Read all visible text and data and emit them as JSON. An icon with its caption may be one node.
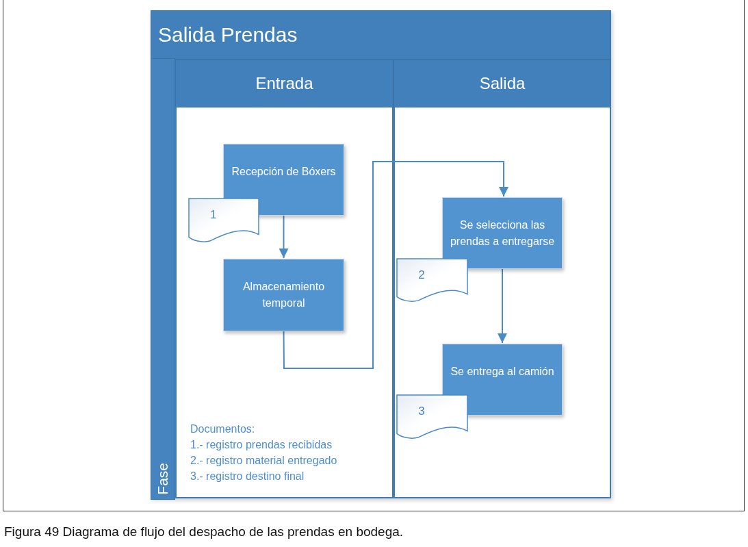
{
  "diagram": {
    "caption": "Figura 49 Diagrama de flujo del despacho de las prendas en bodega.",
    "nodes": [
      {
        "text": [
          "Salida Prendas"
        ]
      },
      {
        "text": [
          "Fase"
        ],
        "in": 0
      },
      {
        "text": [
          "Entrada"
        ],
        "in": 0
      },
      {
        "text": [
          "Salida"
        ],
        "in": 0
      },
      {
        "text": [
          "Recepción de Bóxers"
        ],
        "in": 2
      },
      {
        "text": [
          "1"
        ],
        "in": 2
      },
      {
        "text": [
          "Almacenamiento temporal"
        ],
        "in": 2
      },
      {
        "text": [
          "Se selecciona las prendas a entregarse"
        ],
        "in": 3
      },
      {
        "text": [
          "2"
        ],
        "in": 3
      },
      {
        "text": [
          "Se entrega al camión"
        ],
        "in": 3
      },
      {
        "text": [
          "3"
        ],
        "in": 3
      }
    ],
    "edges": [
      {
        "from": 4,
        "to": 6,
        "arrow": "to"
      },
      {
        "from": 6,
        "to": 7,
        "arrow": "to"
      },
      {
        "from": 7,
        "to": 9,
        "arrow": "to"
      }
    ],
    "labels": [
      "Documentos:",
      "1.- registro prendas recibidas",
      "2.- registro material entregado",
      "3.- registro destino final"
    ]
  }
}
